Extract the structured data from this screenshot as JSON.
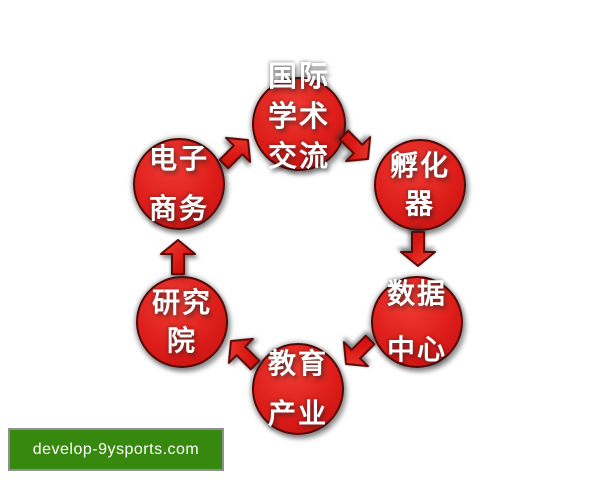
{
  "diagram": {
    "type": "cycle",
    "direction": "clockwise",
    "node_color": "#dd1d19",
    "node_border_color": "#4d0707",
    "label_color": "#ffffff",
    "nodes": [
      {
        "id": "international-academic-exchange",
        "label": "国际学术交流",
        "lines": [
          "国际",
          "学术",
          "交流"
        ]
      },
      {
        "id": "incubator",
        "label": "孵化器",
        "lines": [
          "孵化",
          "器"
        ]
      },
      {
        "id": "data-center",
        "label": "数据中心",
        "lines": [
          "数据",
          "中心"
        ]
      },
      {
        "id": "education-industry",
        "label": "教育产业",
        "lines": [
          "教育",
          "产业"
        ]
      },
      {
        "id": "research-institute",
        "label": "研究院",
        "lines": [
          "研究",
          "院"
        ]
      },
      {
        "id": "e-commerce",
        "label": "电子商务",
        "lines": [
          "电子",
          "商务"
        ]
      }
    ],
    "arrows": [
      {
        "from": "电子商务",
        "to": "国际学术交流",
        "direction": "up-right"
      },
      {
        "from": "国际学术交流",
        "to": "孵化器",
        "direction": "down-right"
      },
      {
        "from": "孵化器",
        "to": "数据中心",
        "direction": "down"
      },
      {
        "from": "数据中心",
        "to": "教育产业",
        "direction": "down-left"
      },
      {
        "from": "教育产业",
        "to": "研究院",
        "direction": "up-left"
      },
      {
        "from": "研究院",
        "to": "电子商务",
        "direction": "up"
      }
    ],
    "arrow_color": "#d91717"
  },
  "watermark": {
    "text": "develop-9ysports.com",
    "background": "#37880e",
    "border_color": "#909090",
    "text_color": "#ffffff"
  }
}
